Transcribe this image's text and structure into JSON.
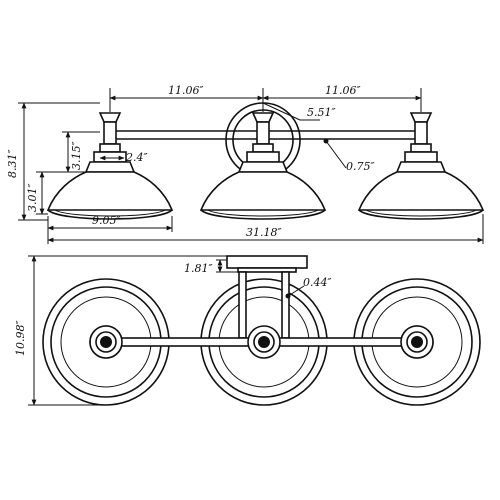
{
  "drawing": {
    "front_view": {
      "left_span": "11.06″",
      "right_span": "11.06″",
      "backplate_dia": "5.51″",
      "overall_height": "8.31″",
      "neck_height": "3.15″",
      "neck_width": "2.4″",
      "arm_dia": "0.75″",
      "shade_height": "3.01″",
      "shade_dia": "9.05″",
      "overall_width": "31.18″"
    },
    "bottom_view": {
      "plate_thickness": "1.81″",
      "rod_dia": "0.44″",
      "overall_depth": "10.98″"
    }
  }
}
